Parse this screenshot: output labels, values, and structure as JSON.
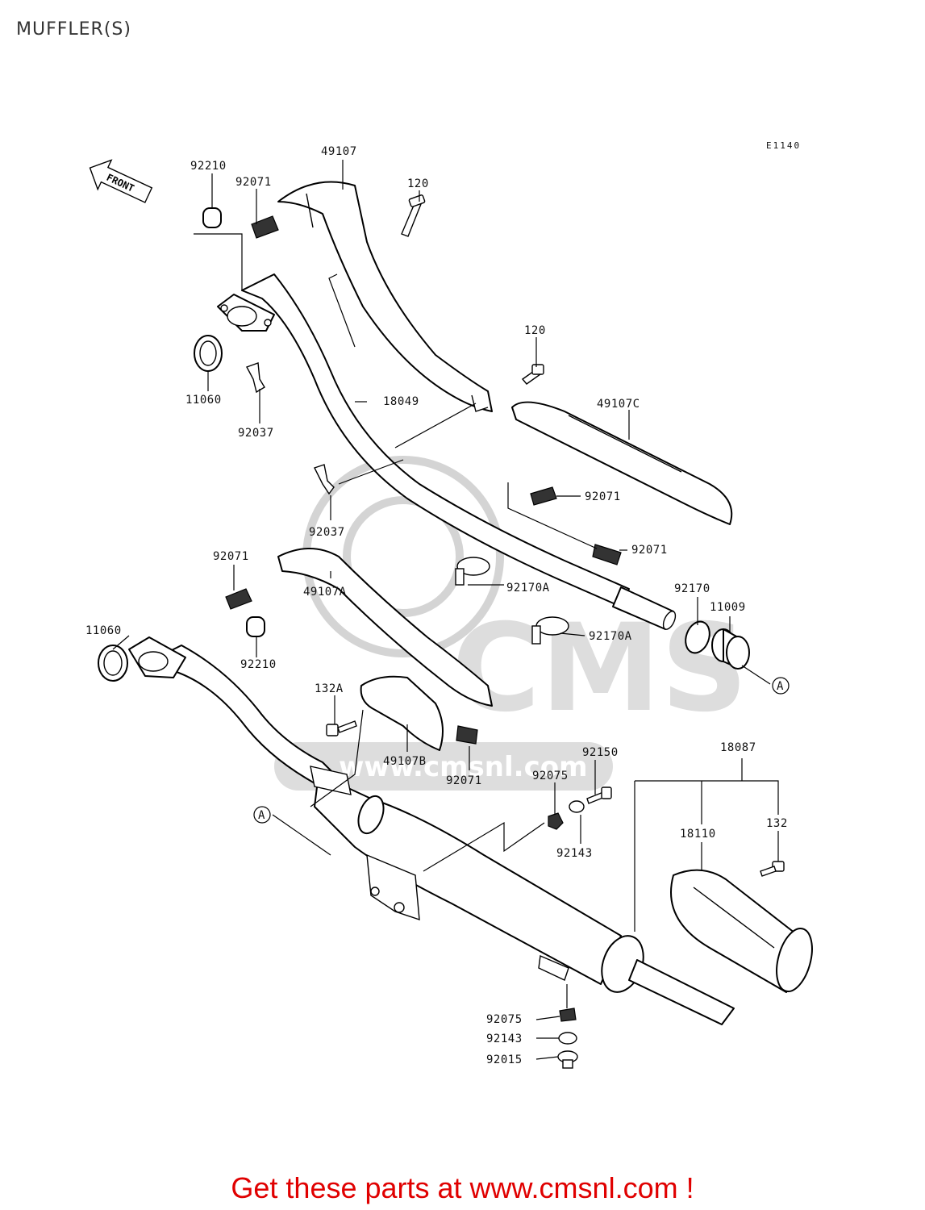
{
  "title": "MUFFLER(S)",
  "diagram_code": "E1140",
  "front_label": "FRONT",
  "watermark_text": "CMS",
  "watermark_url": "www.cmsnl.com",
  "footer_text": "Get these parts at www.cmsnl.com !",
  "footer_color": "#e00000",
  "part_labels": {
    "p92210_top": "92210",
    "p92071_top": "92071",
    "p49107": "49107",
    "p120_top": "120",
    "p11060_top": "11060",
    "p92037_top": "92037",
    "p120_mid": "120",
    "p18049": "18049",
    "p49107C": "49107C",
    "p92037_mid": "92037",
    "p92071_mid": "92071",
    "p92071_right": "92071",
    "p92071_left": "92071",
    "p49107A": "49107A",
    "p92170A_1": "92170A",
    "p92170": "92170",
    "p11009": "11009",
    "p11060_bottom": "11060",
    "p92210_bottom": "92210",
    "p92170A_2": "92170A",
    "p132A": "132A",
    "p49107B": "49107B",
    "p92071_bottom": "92071",
    "p92150": "92150",
    "p18087": "18087",
    "p92075_top": "92075",
    "p92143_top": "92143",
    "p132": "132",
    "p18110": "18110",
    "p92075_bottom": "92075",
    "p92143_bottom": "92143",
    "p92015": "92015"
  },
  "ref_markers": {
    "marker_right": "A",
    "marker_left": "A"
  }
}
